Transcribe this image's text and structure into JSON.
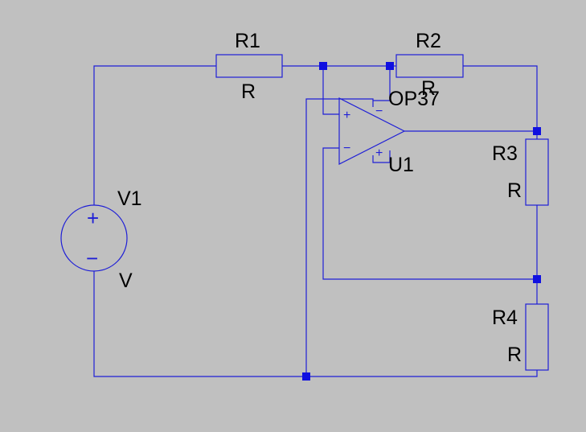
{
  "schematic": {
    "components": {
      "r1": {
        "ref": "R1",
        "value": "R"
      },
      "r2": {
        "ref": "R2",
        "value": "R"
      },
      "r3": {
        "ref": "R3",
        "value": "R"
      },
      "r4": {
        "ref": "R4",
        "value": "R"
      },
      "v1": {
        "ref": "V1",
        "value": "V"
      },
      "u1": {
        "ref": "U1",
        "value": "OP37"
      }
    },
    "opamp_pins": {
      "plus": "+",
      "minus": "−"
    },
    "opamp_supply_pins": {
      "vplus": "+",
      "vminus": "−"
    },
    "source_pins": {
      "plus": "+",
      "minus": "−"
    },
    "colors": {
      "background": "#c0c0c0",
      "wire": "#1f1fd6",
      "junction": "#1010e0",
      "text": "#000000"
    }
  }
}
